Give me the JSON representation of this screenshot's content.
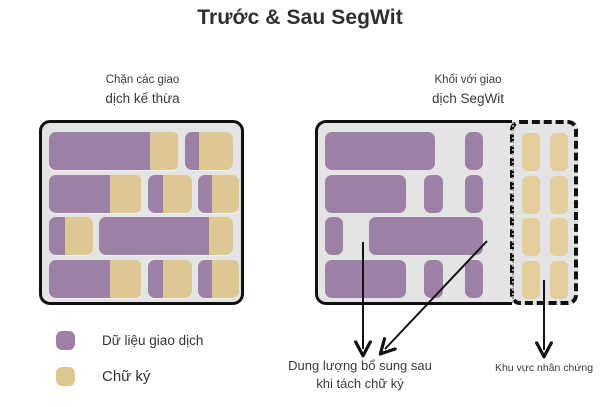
{
  "title": "Trước & Sau SegWit",
  "colors": {
    "transaction_data": "#9d80a5",
    "signature": "#ddc793",
    "block_fill": "#e4e4e4",
    "block_border": "#111111",
    "background": "#ffffff",
    "text": "#333333"
  },
  "panels": {
    "left": {
      "caption_line1": "Chặn các giao",
      "caption_line2": "dịch kế thừa",
      "rows": [
        {
          "bars": [
            {
              "data_pct": 78,
              "signature_pct": 22,
              "width_pct": 70
            },
            {
              "data_pct": 30,
              "signature_pct": 70,
              "width_pct": 26
            }
          ]
        },
        {
          "bars": [
            {
              "data_pct": 66,
              "signature_pct": 34,
              "width_pct": 50
            },
            {
              "data_pct": 36,
              "signature_pct": 64,
              "width_pct": 24
            },
            {
              "data_pct": 34,
              "signature_pct": 66,
              "width_pct": 22
            }
          ]
        },
        {
          "bars": [
            {
              "data_pct": 35,
              "signature_pct": 65,
              "width_pct": 24
            },
            {
              "data_pct": 82,
              "signature_pct": 18,
              "width_pct": 72
            }
          ]
        },
        {
          "bars": [
            {
              "data_pct": 66,
              "signature_pct": 34,
              "width_pct": 50
            },
            {
              "data_pct": 36,
              "signature_pct": 64,
              "width_pct": 24
            },
            {
              "data_pct": 34,
              "signature_pct": 66,
              "width_pct": 22
            }
          ]
        }
      ]
    },
    "right": {
      "caption_line1": "Khối với giao",
      "caption_line2": "dịch SegWit",
      "rows": [
        {
          "bars": [
            {
              "width_pct": 60,
              "offset_pct": 0
            },
            {
              "width_pct": 10,
              "offset_pct": 76
            }
          ]
        },
        {
          "bars": [
            {
              "width_pct": 44,
              "offset_pct": 0
            },
            {
              "width_pct": 10,
              "offset_pct": 54
            },
            {
              "width_pct": 10,
              "offset_pct": 76
            }
          ]
        },
        {
          "bars": [
            {
              "width_pct": 10,
              "offset_pct": 0
            },
            {
              "width_pct": 62,
              "offset_pct": 24
            }
          ]
        },
        {
          "bars": [
            {
              "width_pct": 44,
              "offset_pct": 0
            },
            {
              "width_pct": 10,
              "offset_pct": 54
            },
            {
              "width_pct": 10,
              "offset_pct": 76
            }
          ]
        }
      ],
      "witness": {
        "columns": 2,
        "rows": 4,
        "bar_count": 8
      }
    }
  },
  "legend": {
    "items": [
      {
        "label": "Dữ liệu giao dịch",
        "color": "#9d80a5",
        "swatch_name": "transaction-data-swatch"
      },
      {
        "label": "Chữ ký",
        "color": "#ddc793",
        "swatch_name": "signature-swatch"
      }
    ]
  },
  "annotations": {
    "extra_capacity": {
      "line1": "Dung lượng bổ sung sau",
      "line2": "khi tách chữ ký"
    },
    "witness_area": {
      "line1": "Khu vực nhân chứng"
    }
  }
}
